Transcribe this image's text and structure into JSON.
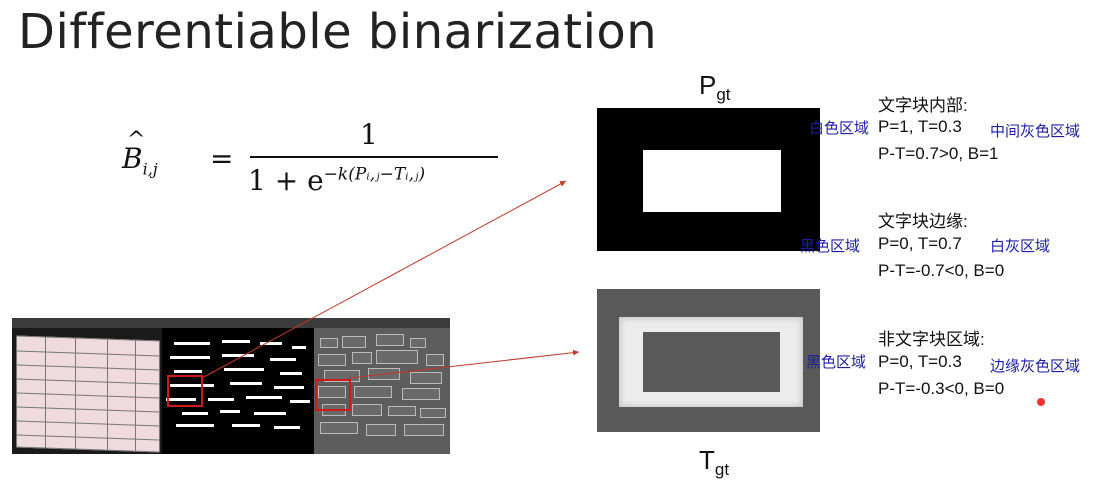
{
  "title": "Differentiable binarization",
  "formula": {
    "lhs": "B",
    "lhs_hat": "^",
    "lhs_sub": "i,j",
    "equals": "=",
    "numerator": "1",
    "denominator_base": "1 + e",
    "denominator_exp": "−k(Pᵢ,ⱼ−Tᵢ,ⱼ)"
  },
  "diagram": {
    "pgt_label": "P",
    "pgt_sub": "gt",
    "tgt_label": "T",
    "tgt_sub": "gt"
  },
  "annotations": {
    "inside_title": "文字块内部:",
    "inside_region_left": "白色区域",
    "inside_values": "P=1, T=0.3",
    "inside_region_right": "中间灰色区域",
    "inside_result": "P-T=0.7>0, B=1",
    "edge_title": "文字块边缘:",
    "edge_region_left": "黑色区域",
    "edge_values": "P=0, T=0.7",
    "edge_region_right": "白灰区域",
    "edge_result": "P-T=-0.7<0, B=0",
    "outside_title": "非文字块区域:",
    "outside_region_left": "黑色区域",
    "outside_values": "P=0, T=0.3",
    "outside_region_right": "边缘灰色区域",
    "outside_result": "P-T=-0.3<0, B=0"
  },
  "colors": {
    "annotation_blue": "#1d1da8",
    "arrow_red": "#c0392b",
    "highlight_red": "#d01818"
  }
}
